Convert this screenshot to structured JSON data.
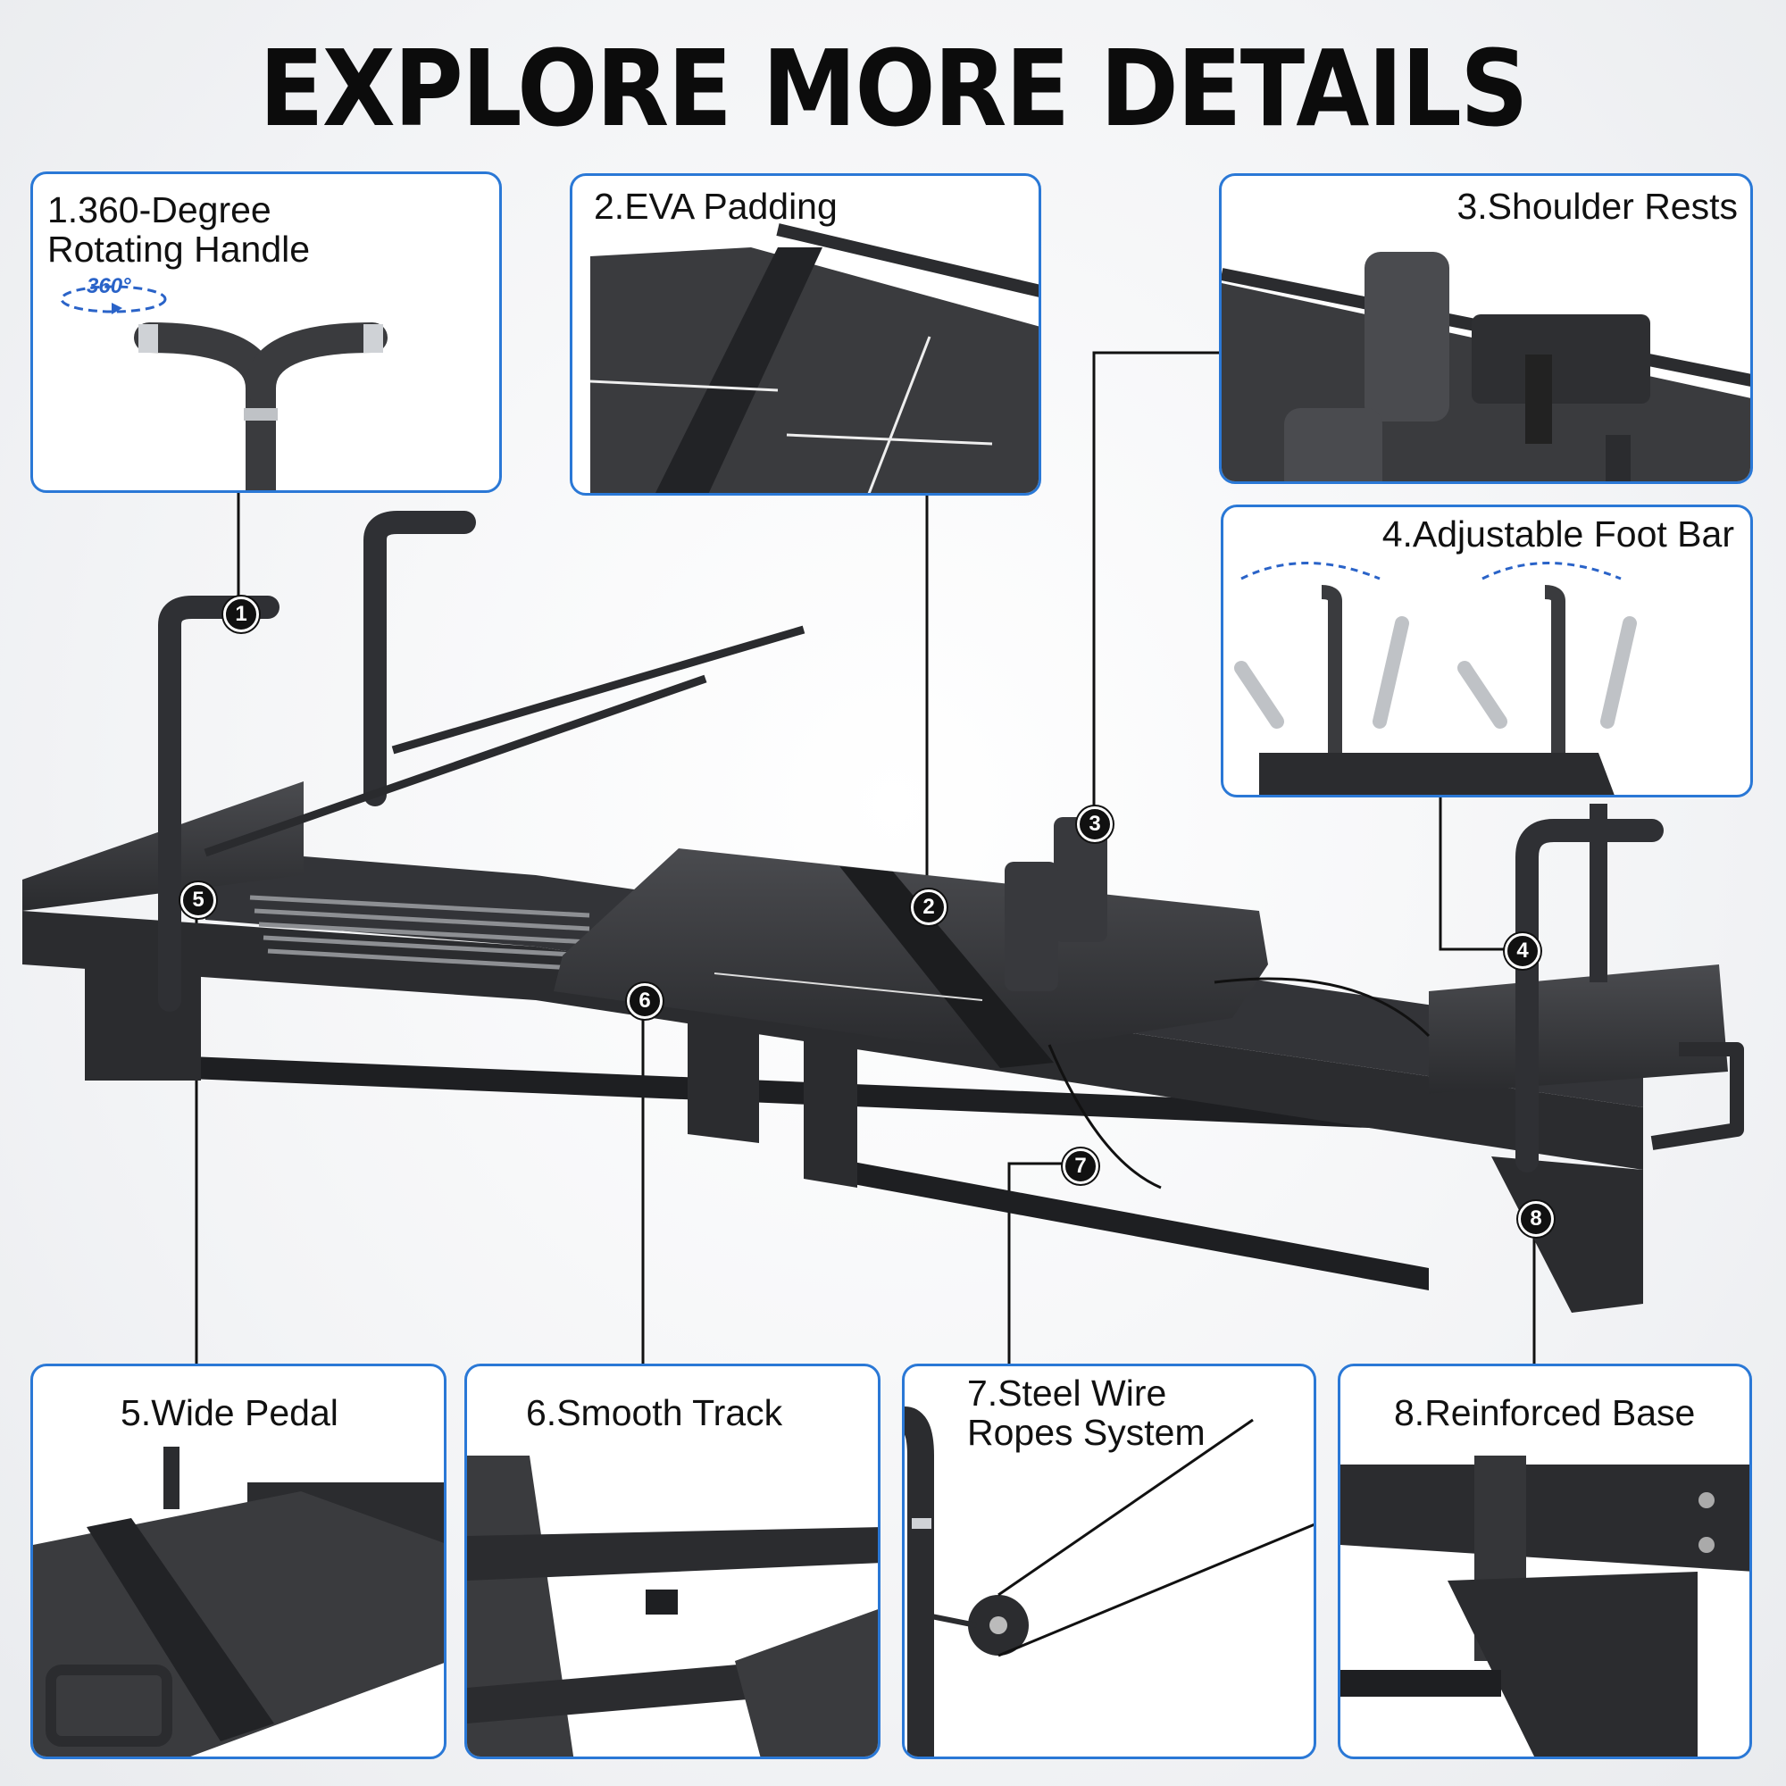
{
  "header": {
    "title": "EXPLORE MORE DETAILS"
  },
  "panels": [
    {
      "id": 1,
      "label": "1.360-Degree\n  Rotating Handle",
      "rotation_mark": "360°"
    },
    {
      "id": 2,
      "label": "2.EVA Padding"
    },
    {
      "id": 3,
      "label": "3.Shoulder Rests"
    },
    {
      "id": 4,
      "label": "4.Adjustable Foot Bar"
    },
    {
      "id": 5,
      "label": "5.Wide Pedal"
    },
    {
      "id": 6,
      "label": "6.Smooth Track"
    },
    {
      "id": 7,
      "label": "7.Steel Wire\n  Ropes System"
    },
    {
      "id": 8,
      "label": "8.Reinforced Base"
    }
  ],
  "badges": [
    "1",
    "2",
    "3",
    "4",
    "5",
    "6",
    "7",
    "8"
  ],
  "colors": {
    "panel_border": "#2a78d6",
    "frame": "#2b2c2f",
    "pad": "#3a3b3e",
    "accent_arrow": "#2a63c8"
  }
}
